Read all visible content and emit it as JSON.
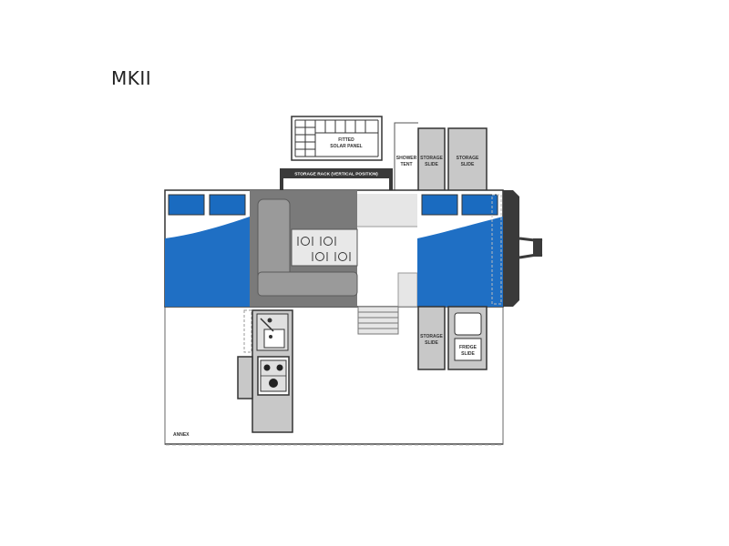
{
  "title": "MKII",
  "labels": {
    "solar_panel_line1": "FITTED",
    "solar_panel_line2": "SOLAR PANEL",
    "storage_rack": "STORAGE RACK (VERTICAL POSITION)",
    "shower_tent_line1": "SHOWER",
    "shower_tent_line2": "TENT",
    "storage_slide_line1": "STORAGE",
    "storage_slide_line2": "SLIDE",
    "fridge_slide_line1": "FRIDGE",
    "fridge_slide_line2": "SLIDE",
    "annex": "ANNEX"
  },
  "colors": {
    "canvas_blue": "#1f6fc4",
    "window_blue": "#1a6bc0",
    "dark_gray": "#7a7a7a",
    "mid_gray": "#9a9a9a",
    "light_gray": "#c8c8c8",
    "outline": "#333333",
    "drawbar": "#3a3a3a"
  }
}
